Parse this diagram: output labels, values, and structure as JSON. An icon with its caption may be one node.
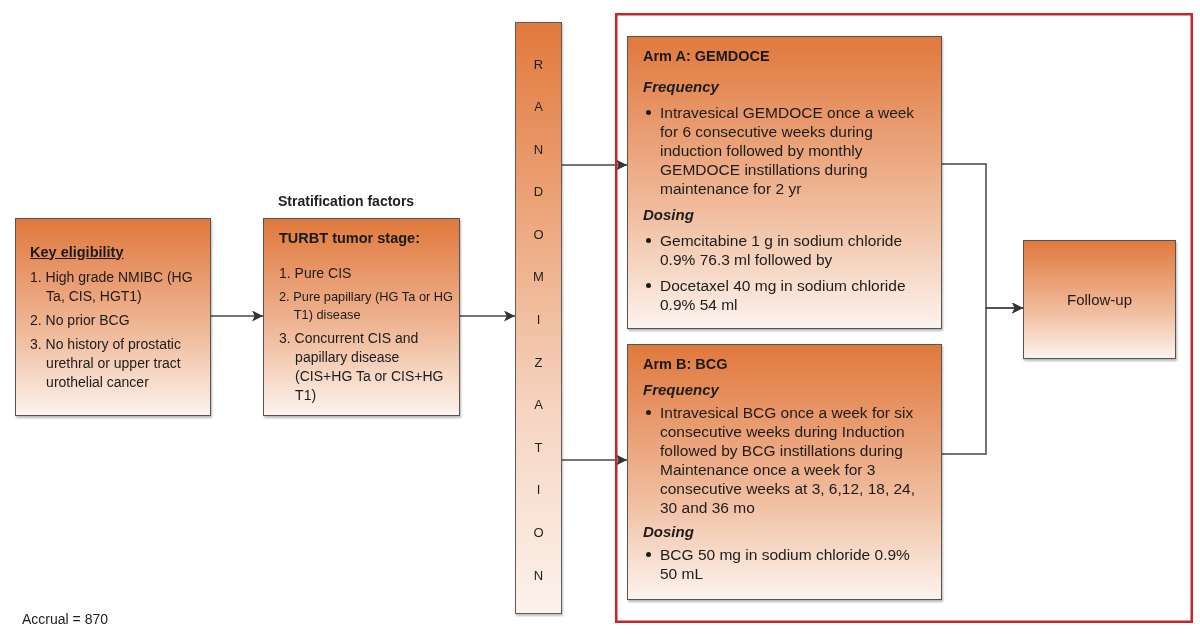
{
  "diagram": {
    "nodes": [
      {
        "text": [
          "Key eligibility",
          "1. High grade NMIBC (HG Ta, CIS, HGT1)",
          "2. No prior BCG",
          "3. No history of prostatic urethral or upper tract urothelial cancer"
        ]
      },
      {
        "text": [
          "Stratification factors",
          "TURBT tumor stage:",
          "1. Pure CIS",
          "2. Pure papillary (HG Ta or HG T1) disease",
          "3. Concurrent CIS and papillary disease (CIS+HG Ta or CIS+HG T1)"
        ]
      },
      {
        "text": [
          "RANDOMIZATION"
        ]
      },
      {
        "text": [],
        "shape": "box"
      },
      {
        "text": [
          "Arm A: GEMDOCE",
          "Frequency",
          "Intravesical GEMDOCE once a week for 6 consecutive weeks during induction followed by monthly GEMDOCE instillations during maintenance for 2 yr",
          "Dosing",
          "Gemcitabine 1 g in sodium chloride 0.9% 76.3 ml followed by",
          "Docetaxel 40 mg in sodium chloride 0.9% 54 ml"
        ],
        "in": 3
      },
      {
        "text": [
          "Arm B: BCG",
          "Frequency",
          "Intravesical BCG once a week for six consecutive weeks during Induction followed by BCG instillations during Maintenance once a week for 3 consecutive weeks at 3, 6,12, 18, 24, 30 and 36 mo",
          "Dosing",
          "BCG 50 mg in sodium chloride 0.9% 50 mL"
        ],
        "in": 3
      },
      {
        "text": [
          "Follow-up"
        ],
        "in": 3
      }
    ],
    "edges": [
      {
        "from": 0,
        "to": 1,
        "arrow": "to"
      },
      {
        "from": 1,
        "to": 2,
        "arrow": "to"
      },
      {
        "from": 2,
        "to": 4,
        "arrow": "to"
      },
      {
        "from": 2,
        "to": 5,
        "arrow": "to"
      },
      {
        "from": 4,
        "to": 6,
        "arrow": "to"
      },
      {
        "from": 5,
        "to": 6,
        "arrow": "to"
      }
    ],
    "labels": [
      "Accrual = 870"
    ]
  }
}
